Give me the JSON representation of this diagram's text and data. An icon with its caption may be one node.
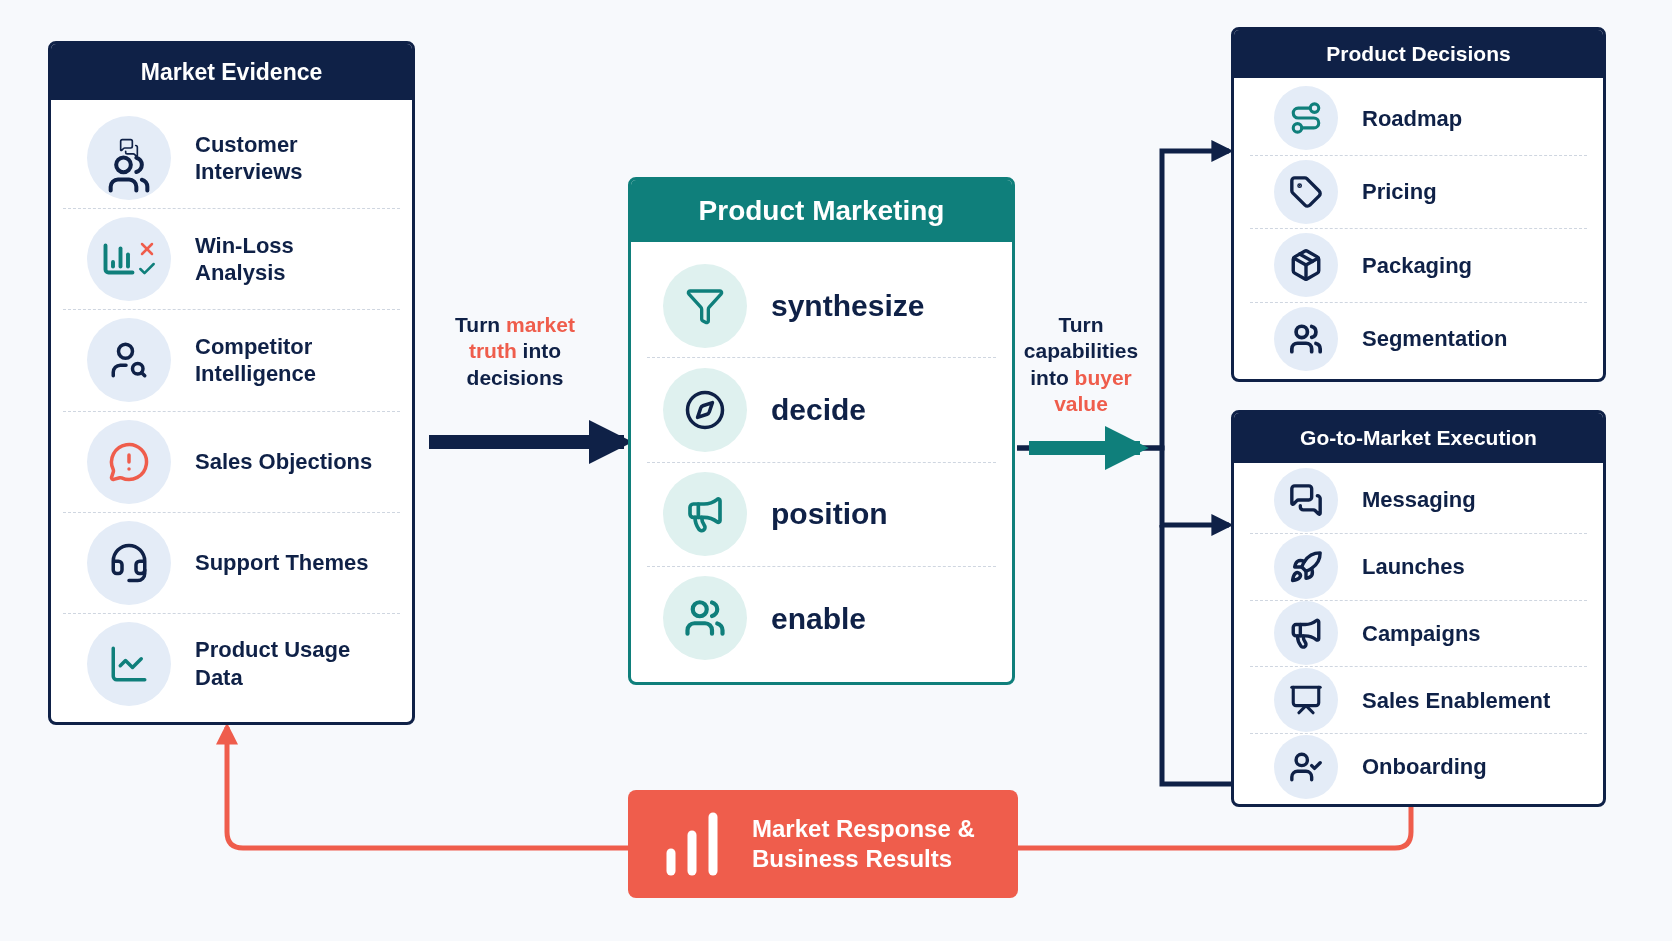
{
  "diagram": {
    "nodes": [
      {
        "text": [
          "Market Evidence"
        ]
      },
      {
        "text": [
          "Customer Interviews"
        ],
        "in": 0
      },
      {
        "text": [
          "Win-Loss Analysis"
        ],
        "in": 0
      },
      {
        "text": [
          "Competitor Intelligence"
        ],
        "in": 0
      },
      {
        "text": [
          "Sales Objections"
        ],
        "in": 0
      },
      {
        "text": [
          "Support Themes"
        ],
        "in": 0
      },
      {
        "text": [
          "Product Usage Data"
        ],
        "in": 0
      },
      {
        "text": [
          "Product Marketing"
        ]
      },
      {
        "text": [
          "synthesize"
        ],
        "in": 7
      },
      {
        "text": [
          "decide"
        ],
        "in": 7
      },
      {
        "text": [
          "position"
        ],
        "in": 7
      },
      {
        "text": [
          "enable"
        ],
        "in": 7
      },
      {
        "text": [
          "Product Decisions"
        ]
      },
      {
        "text": [
          "Roadmap"
        ],
        "in": 12
      },
      {
        "text": [
          "Pricing"
        ],
        "in": 12
      },
      {
        "text": [
          "Packaging"
        ],
        "in": 12
      },
      {
        "text": [
          "Segmentation"
        ],
        "in": 12
      },
      {
        "text": [
          "Go-to-Market Execution"
        ]
      },
      {
        "text": [
          "Messaging"
        ],
        "in": 17
      },
      {
        "text": [
          "Launches"
        ],
        "in": 17
      },
      {
        "text": [
          "Campaigns"
        ],
        "in": 17
      },
      {
        "text": [
          "Sales Enablement"
        ],
        "in": 17
      },
      {
        "text": [
          "Onboarding"
        ],
        "in": 17
      },
      {
        "text": [
          "Market Response & Business Results"
        ]
      }
    ],
    "edges": [
      {
        "from": 0,
        "to": 7,
        "arrow": "to",
        "label": "Turn **market truth** into decisions",
        "style": "thick"
      },
      {
        "from": 7,
        "to": 12,
        "arrow": "to",
        "label": "Turn capabilities into **buyer value**"
      },
      {
        "from": 7,
        "to": 17,
        "arrow": "to"
      },
      {
        "from": 17,
        "to": 23,
        "arrow": "none",
        "color": "#ef5d4c"
      },
      {
        "from": 23,
        "to": 0,
        "arrow": "to",
        "color": "#ef5d4c"
      }
    ]
  }
}
